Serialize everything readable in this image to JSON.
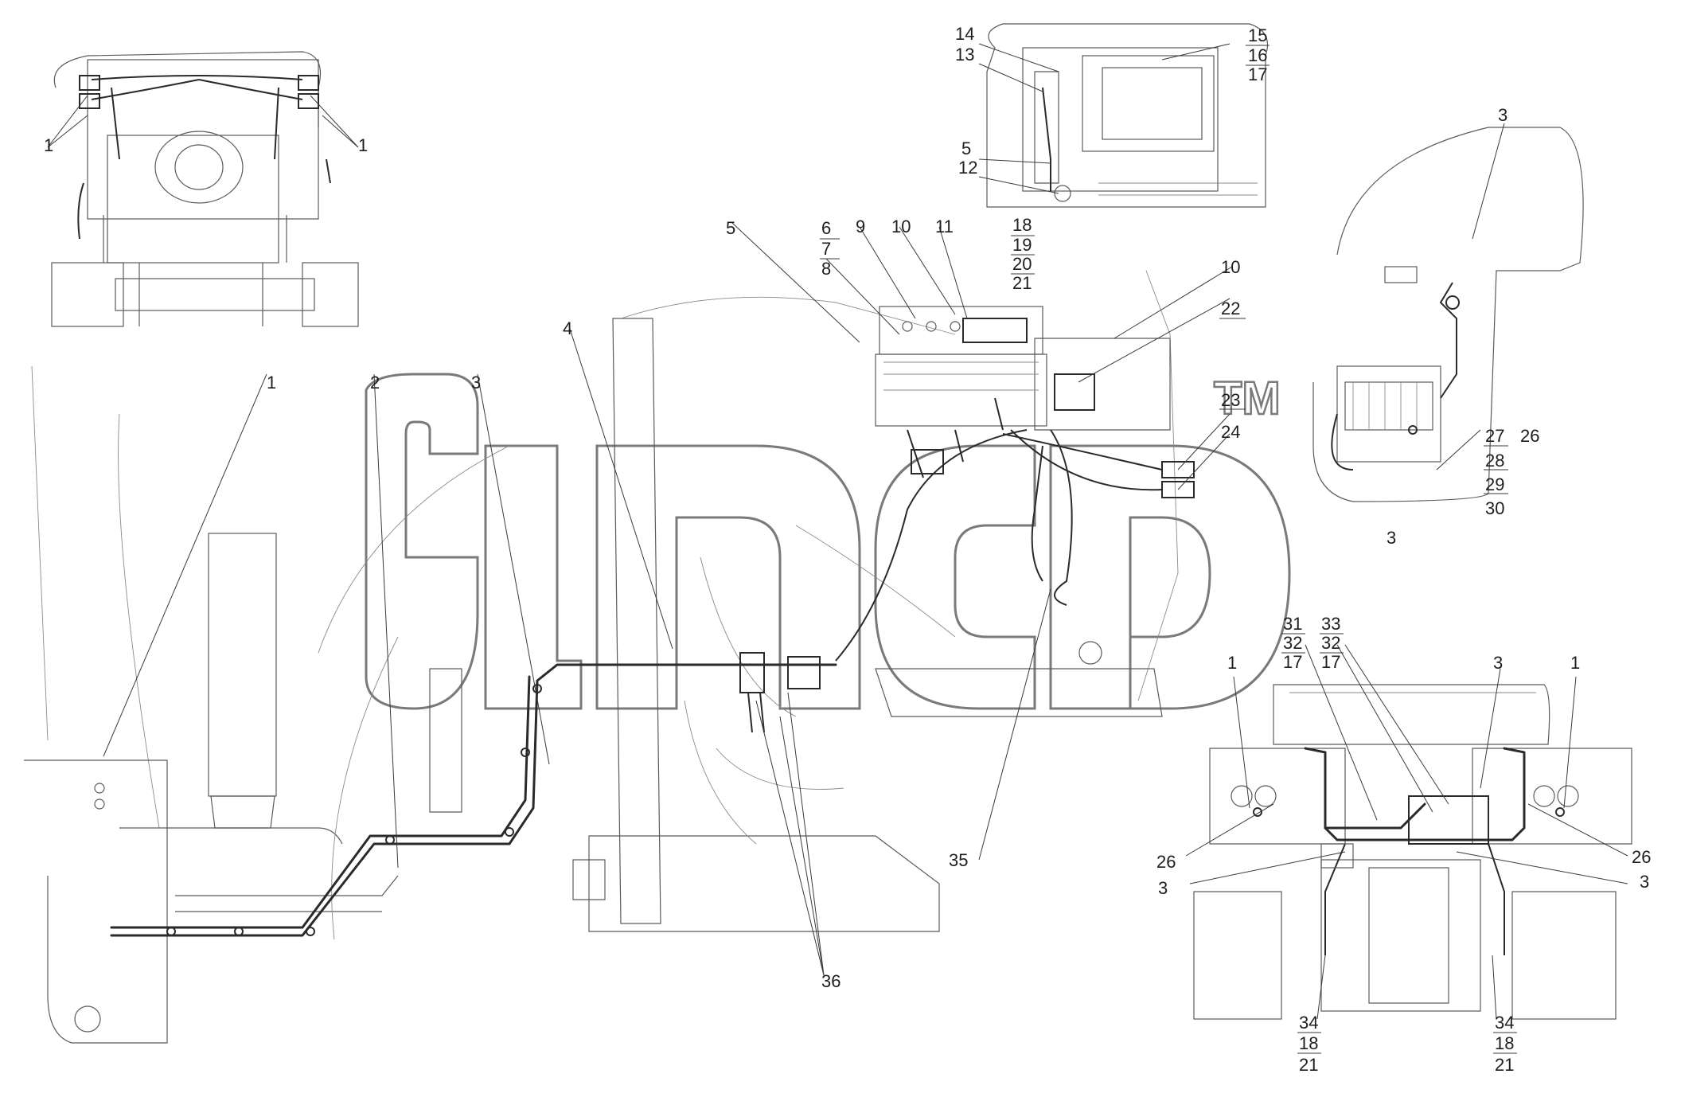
{
  "callouts": {
    "c1a": "1",
    "c1b": "1",
    "c1c": "1",
    "c1d": "1",
    "c1e": "1",
    "c2": "2",
    "c3a": "3",
    "c3b": "3",
    "c3c": "3",
    "c3d": "3",
    "c3e": "3",
    "c3f": "3",
    "c4": "4",
    "c5a": "5",
    "c5b": "5",
    "c6": "6",
    "c7": "7",
    "c8": "8",
    "c9": "9",
    "c10a": "10",
    "c10b": "10",
    "c11": "11",
    "c12": "12",
    "c13": "13",
    "c14": "14",
    "c15": "15",
    "c16": "16",
    "c17a": "17",
    "c17b": "17",
    "c17c": "17",
    "c18a": "18",
    "c18b": "18",
    "c18c": "18",
    "c19": "19",
    "c20": "20",
    "c21a": "21",
    "c21b": "21",
    "c21c": "21",
    "c22": "22",
    "c23": "23",
    "c24": "24",
    "c26a": "26",
    "c26b": "26",
    "c26c": "26",
    "c27": "27",
    "c28": "28",
    "c29": "29",
    "c30": "30",
    "c31": "31",
    "c32a": "32",
    "c32b": "32",
    "c33": "33",
    "c34a": "34",
    "c34b": "34",
    "c35": "35",
    "c36": "36"
  },
  "watermark": {
    "tm": "TM"
  },
  "colors": {
    "line": "#5a5a5a",
    "hose": "#2a2a2a",
    "watermark_outline": "#7a7a7a"
  }
}
